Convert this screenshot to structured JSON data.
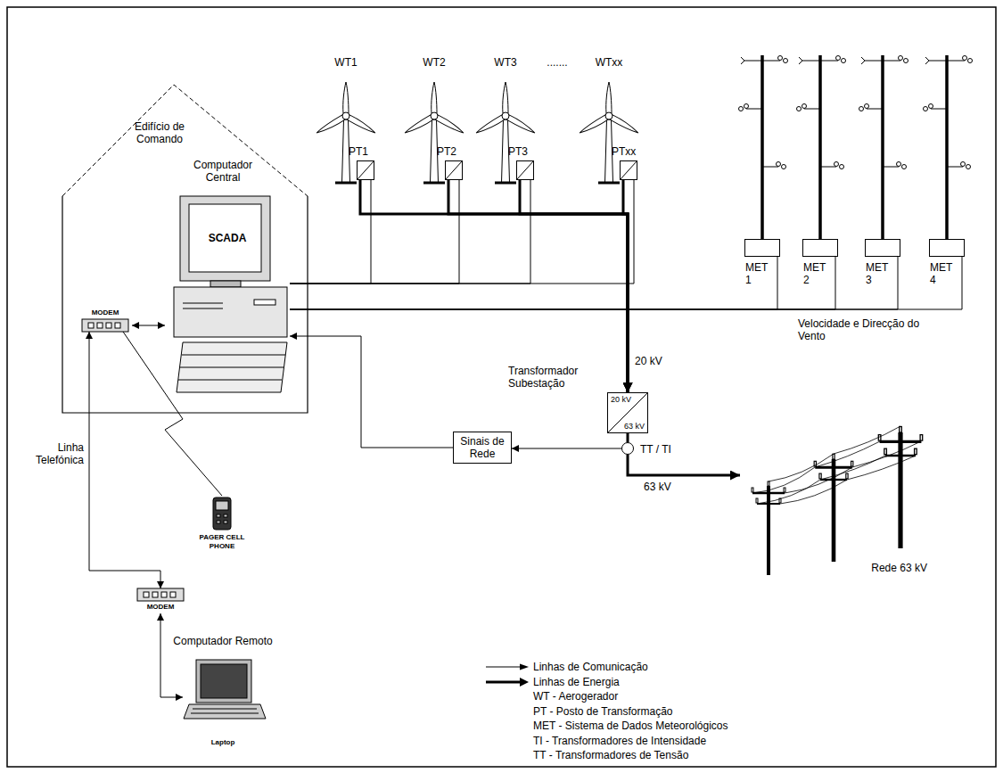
{
  "diagram": {
    "nodes": [
      {
        "text": [
          "Edifício de Comando"
        ]
      },
      {
        "text": [
          "Computador Central",
          "SCADA"
        ],
        "in": 0
      },
      {
        "text": [
          "MODEM"
        ],
        "in": 0
      },
      {
        "text": [
          "PT1"
        ]
      },
      {
        "text": [
          "PT2"
        ]
      },
      {
        "text": [
          "PT3"
        ]
      },
      {
        "text": [
          "PTxx"
        ]
      },
      {
        "text": [
          "MET 1"
        ]
      },
      {
        "text": [
          "MET 2"
        ]
      },
      {
        "text": [
          "MET 3"
        ]
      },
      {
        "text": [
          "MET 4"
        ]
      },
      {
        "text": [
          "Transformador Subestação",
          "20 kV",
          "63 kV"
        ]
      },
      {
        "text": [
          "TT / TI"
        ]
      },
      {
        "text": [
          "Sinais de Rede"
        ]
      },
      {
        "text": [
          "Rede 63 kV"
        ]
      },
      {
        "text": [
          "PAGER CELL PHONE"
        ]
      },
      {
        "text": [
          "MODEM"
        ]
      },
      {
        "text": [
          "Computador Remoto",
          "Laptop"
        ]
      }
    ],
    "edges": [
      {
        "from": 3,
        "to": 11,
        "arrow": "to"
      },
      {
        "from": 4,
        "to": 11,
        "arrow": "to"
      },
      {
        "from": 5,
        "to": 11,
        "arrow": "to"
      },
      {
        "from": 6,
        "to": 11,
        "arrow": "to"
      },
      {
        "from": 3,
        "to": 1,
        "arrow": "none"
      },
      {
        "from": 4,
        "to": 1,
        "arrow": "none"
      },
      {
        "from": 5,
        "to": 1,
        "arrow": "none"
      },
      {
        "from": 6,
        "to": 1,
        "arrow": "none"
      },
      {
        "from": 7,
        "to": 1,
        "arrow": "none"
      },
      {
        "from": 8,
        "to": 1,
        "arrow": "none"
      },
      {
        "from": 9,
        "to": 1,
        "arrow": "none"
      },
      {
        "from": 10,
        "to": 1,
        "arrow": "none"
      },
      {
        "from": 11,
        "to": 12,
        "arrow": "none"
      },
      {
        "from": 12,
        "to": 14,
        "arrow": "to",
        "label": "63 kV"
      },
      {
        "from": 12,
        "to": 13,
        "arrow": "to"
      },
      {
        "from": 13,
        "to": 1,
        "arrow": "to"
      },
      {
        "from": 2,
        "to": 1,
        "arrow": "both"
      },
      {
        "from": 2,
        "to": 15,
        "arrow": "none"
      },
      {
        "from": 2,
        "to": 16,
        "arrow": "both",
        "label": "Linha Telefónica"
      },
      {
        "from": 16,
        "to": 17,
        "arrow": "both"
      }
    ],
    "labels": [
      "WT1",
      "WT2",
      "WT3",
      ".......",
      "WTxx",
      "20 kV",
      "Velocidade e Direcção do Vento"
    ],
    "legend": [
      {
        "text": "Linhas de Comunicação"
      },
      {
        "text": "Linhas de Energia"
      },
      {
        "text": "WT - Aerogerador"
      },
      {
        "text": "PT - Posto de Transformação"
      },
      {
        "text": "MET - Sistema de Dados Meteorológicos"
      },
      {
        "text": "TI - Transformadores de Intensidade"
      },
      {
        "text": "TT - Transformadores de Tensão"
      }
    ]
  }
}
